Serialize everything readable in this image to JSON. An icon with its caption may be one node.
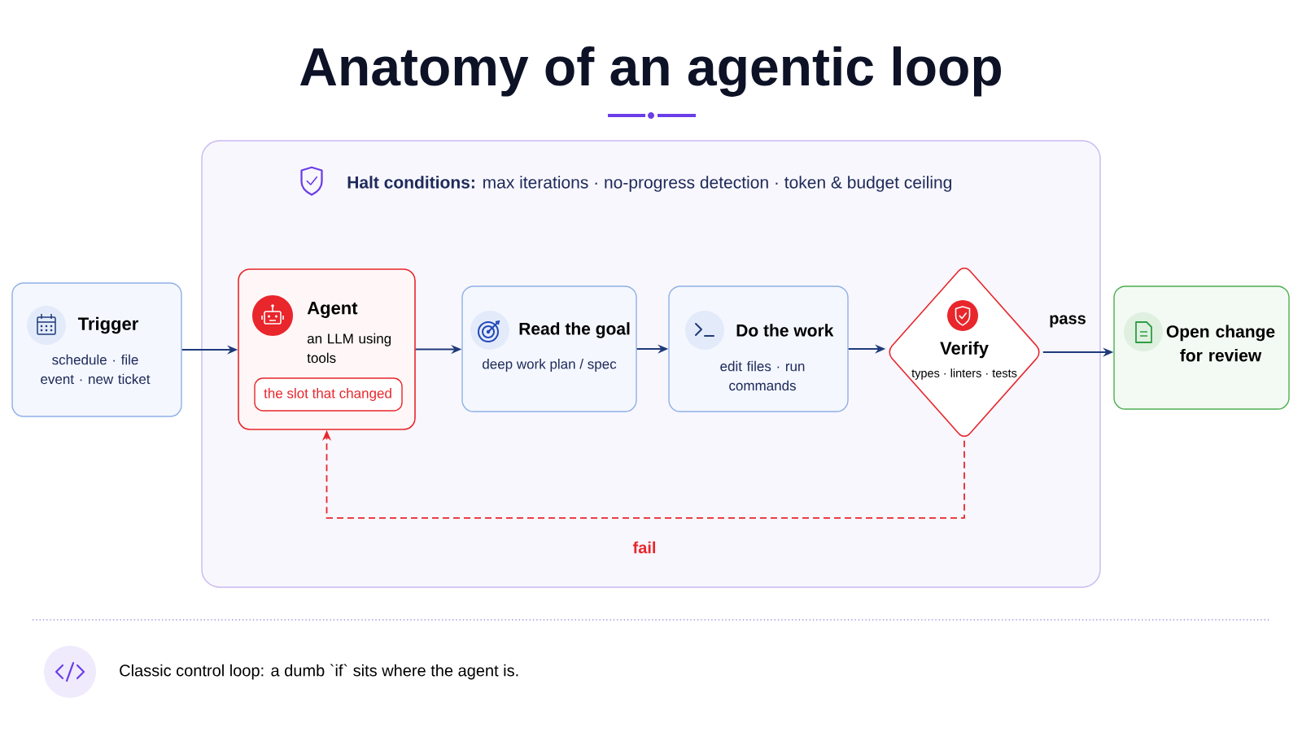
{
  "diagram": {
    "title": "Anatomy of an agentic loop",
    "nodes": [
      {
        "text": [
          "**Halt conditions:** max iterations · no-progress detection · token & budget ceiling"
        ]
      },
      {
        "text": [
          "Trigger",
          "schedule · file event · new ticket"
        ]
      },
      {
        "text": [
          "Agent",
          "an LLM using tools"
        ],
        "in": 0
      },
      {
        "text": [
          "the slot that changed"
        ],
        "in": 2
      },
      {
        "text": [
          "Read the goal",
          "deep work plan / spec"
        ],
        "in": 0
      },
      {
        "text": [
          "Do the work",
          "edit files · run commands"
        ],
        "in": 0
      },
      {
        "text": [
          "Verify",
          "types · linters · tests"
        ],
        "in": 0
      },
      {
        "text": [
          "Open change for review"
        ]
      }
    ],
    "edges": [
      {
        "from": 1,
        "to": 2,
        "arrow": "to"
      },
      {
        "from": 2,
        "to": 4,
        "arrow": "to"
      },
      {
        "from": 4,
        "to": 5,
        "arrow": "to"
      },
      {
        "from": 5,
        "to": 6,
        "arrow": "to"
      },
      {
        "from": 6,
        "to": 7,
        "arrow": "to",
        "label": "pass"
      },
      {
        "from": 6,
        "to": 2,
        "arrow": "to",
        "label": "fail",
        "style": "dashed",
        "color": "#e8262b"
      }
    ],
    "labels": [
      "Classic control loop: a dumb `if` sits where the agent is."
    ]
  }
}
